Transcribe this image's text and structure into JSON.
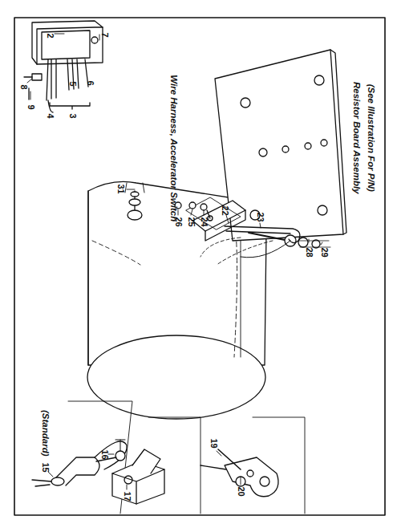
{
  "diagram": {
    "labels": [
      "2",
      "7",
      "6",
      "5",
      "3",
      "4",
      "8",
      "9",
      "31",
      "26",
      "25",
      "24",
      "22",
      "23",
      "28",
      "29",
      "Wire Harness, Accelerator Switch",
      "Resistor Board Assembly",
      "(See Illustration For P/N)",
      "(Standard)",
      "15",
      "16",
      "17",
      "19",
      "20"
    ]
  }
}
